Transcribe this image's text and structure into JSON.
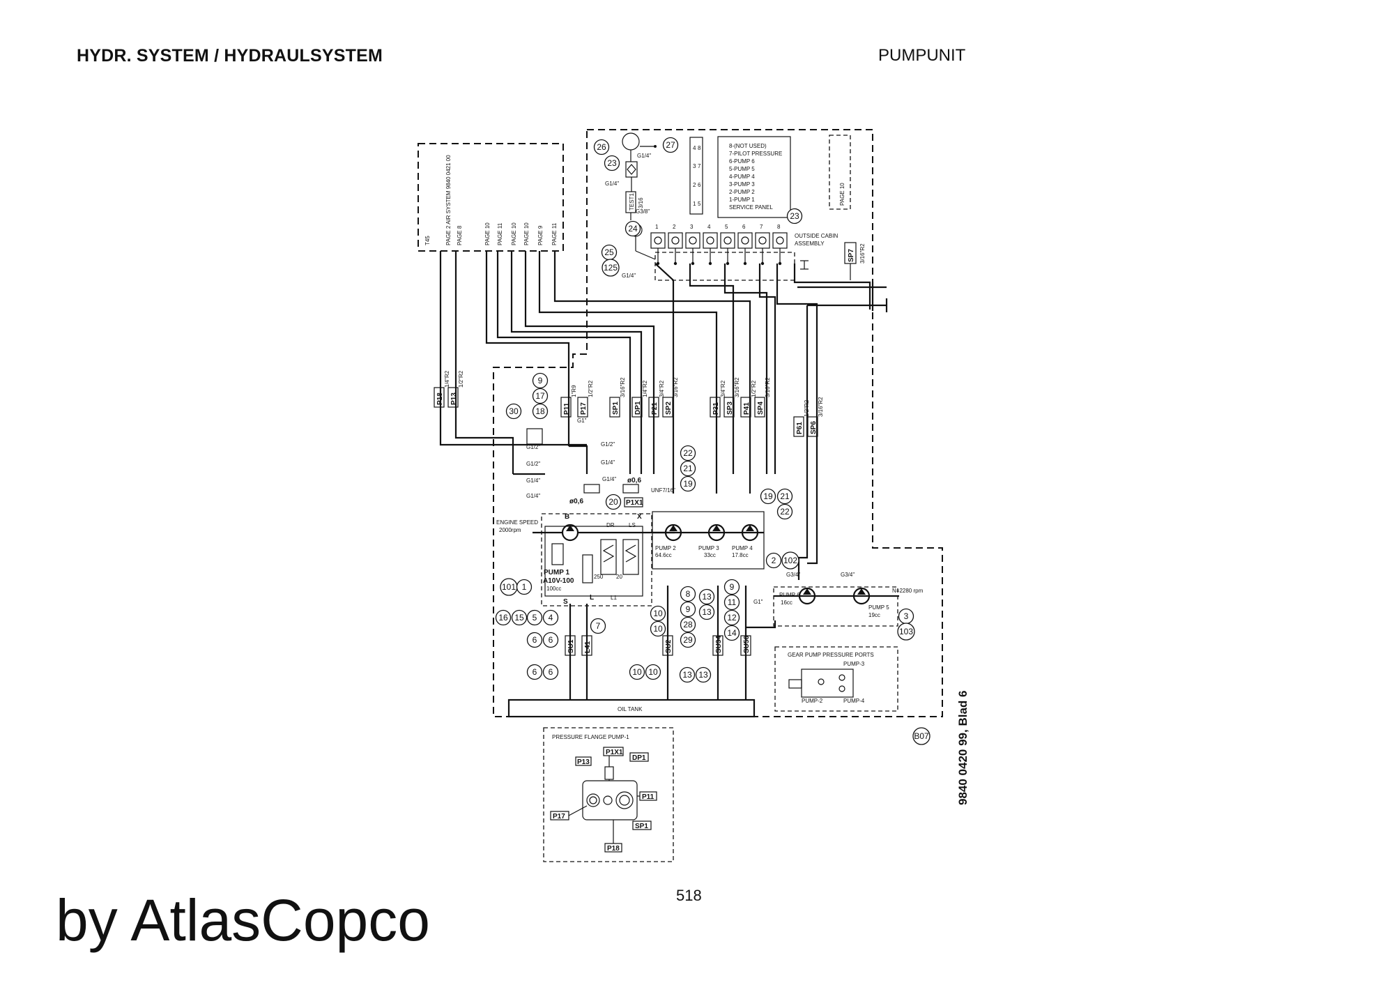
{
  "header": {
    "left_title": "HYDR. SYSTEM / HYDRAULSYSTEM",
    "right_title": "PUMPUNIT"
  },
  "footer": {
    "page_number": "518",
    "brand": "by AtlasCopco",
    "document_ref": "9840 0420 99, Blad 6"
  },
  "air_system_box": {
    "labels": [
      "T45",
      "PAGE 2 AIR SYSTEM 9840 0421 00",
      "PAGE 8",
      "PAGE 10",
      "PAGE 11",
      "PAGE 10",
      "PAGE 10",
      "PAGE 9",
      "PAGE 11"
    ]
  },
  "service_panel": {
    "legend": [
      "8-(NOT USED)",
      "7-PILOT PRESSURE",
      "6-PUMP 6",
      "5-PUMP 5",
      "4-PUMP 4",
      "3-PUMP 3",
      "2-PUMP 2",
      "1-PUMP 1",
      "SERVICE PANEL"
    ],
    "port_numbers": [
      "1",
      "2",
      "3",
      "4",
      "5",
      "6",
      "7",
      "8"
    ],
    "cabin_label_1": "OUTSIDE CABIN",
    "cabin_label_2": "ASSEMBLY",
    "page_ref": "PAGE 10",
    "sp7": "SP7",
    "sp7_size": "3/16\"R2",
    "test_label": "TEST1",
    "test_size": "3/16",
    "g14_top": "G1/4\"",
    "g14_left": "G1/4\"",
    "g38": "G3/8\"",
    "g14_bottom": "G1/4\""
  },
  "hose_labels": [
    {
      "tag": "P18",
      "size": "1/4\"R2"
    },
    {
      "tag": "P13",
      "size": "1/2\"R2"
    },
    {
      "tag": "P11",
      "size": "1\"R9"
    },
    {
      "tag": "P17",
      "size": "1/2\"R2"
    },
    {
      "tag": "SP1",
      "size": "3/16\"R2"
    },
    {
      "tag": "DP1",
      "size": "1/4\"R2"
    },
    {
      "tag": "P21",
      "size": "3/4\"R2"
    },
    {
      "tag": "SP2",
      "size": "3/16\"R2"
    },
    {
      "tag": "P31",
      "size": "3/4\"R2"
    },
    {
      "tag": "SP3",
      "size": "3/16\"R2"
    },
    {
      "tag": "P41",
      "size": "1/2\"R2"
    },
    {
      "tag": "SP4",
      "size": "3/16\"R2"
    },
    {
      "tag": "P61",
      "size": "1/2\"R2"
    },
    {
      "tag": "SP6",
      "size": "3/16\"R2"
    }
  ],
  "suction_labels": [
    "SU1",
    "L41",
    "SU2",
    "SU34",
    "SU56"
  ],
  "fittings": {
    "g12_a": "G1/2\"",
    "g12_b": "G1/2\"",
    "g12_c": "G1/2\"",
    "g14_a": "G1/4\"",
    "g14_b": "G1/4\"",
    "g14_c": "G1/4\"",
    "g14_d": "G1/4\"",
    "g1_a": "G1\"",
    "g1_b": "G1\"",
    "g34_a": "G3/4\"",
    "g34_b": "G3/4\"",
    "unf": "UNF7/16\"",
    "orifice_1": "ø0,6",
    "orifice_2": "ø0,6",
    "p1x1": "P1X1"
  },
  "pump1": {
    "engine_speed_1": "ENGINE SPEED",
    "engine_speed_2": "2000rpm",
    "name": "PUMP 1",
    "model": "A10V-100",
    "disp": "100cc",
    "port_b": "B",
    "port_x": "X",
    "port_s": "S",
    "port_l": "L",
    "port_l1": "L1",
    "dr": "DR",
    "ls": "LS",
    "spring_250": "250",
    "spring_20": "20"
  },
  "pumps": [
    {
      "name": "PUMP 2",
      "disp": "64.6cc"
    },
    {
      "name": "PUMP 3",
      "disp": "33cc"
    },
    {
      "name": "PUMP 4",
      "disp": "17.8cc"
    },
    {
      "name": "PUMP 6",
      "disp": "16cc"
    },
    {
      "name": "PUMP 5",
      "disp": "19cc"
    }
  ],
  "gear_pump": {
    "speed": "N=2280 rpm",
    "ports_title": "GEAR PUMP PRESSURE PORTS",
    "pump3": "PUMP-3",
    "pump2": "PUMP-2",
    "pump4": "PUMP-4"
  },
  "oil_tank": "OIL TANK",
  "pressure_flange": {
    "title": "PRESSURE FLANGE PUMP-1",
    "tags": [
      "P1X1",
      "DP1",
      "P13",
      "P11",
      "P17",
      "SP1",
      "P18"
    ]
  },
  "callouts": {
    "c26": "26",
    "c27": "27",
    "c23a": "23",
    "c23b": "23",
    "c24": "24",
    "c25": "25",
    "c125": "125",
    "c9a": "9",
    "c17": "17",
    "c18": "18",
    "c30": "30",
    "c20": "20",
    "c22a": "22",
    "c21a": "21",
    "c19a": "19",
    "c19b": "19",
    "c21b": "21",
    "c22b": "22",
    "c2": "2",
    "c102": "102",
    "c101": "101",
    "c1": "1",
    "c8": "8",
    "c9b": "9",
    "c28": "28",
    "c29": "29",
    "c13a": "13",
    "c13b": "13",
    "c9c": "9",
    "c11": "11",
    "c12": "12",
    "c14": "14",
    "c10a": "10",
    "c10b": "10",
    "c16": "16",
    "c15": "15",
    "c5": "5",
    "c4": "4",
    "c6a": "6",
    "c6b": "6",
    "c6c": "6",
    "c6d": "6",
    "c7": "7",
    "c10c": "10",
    "c10d": "10",
    "c13c": "13",
    "c13d": "13",
    "c3": "3",
    "c103": "103",
    "b07": "B07"
  }
}
